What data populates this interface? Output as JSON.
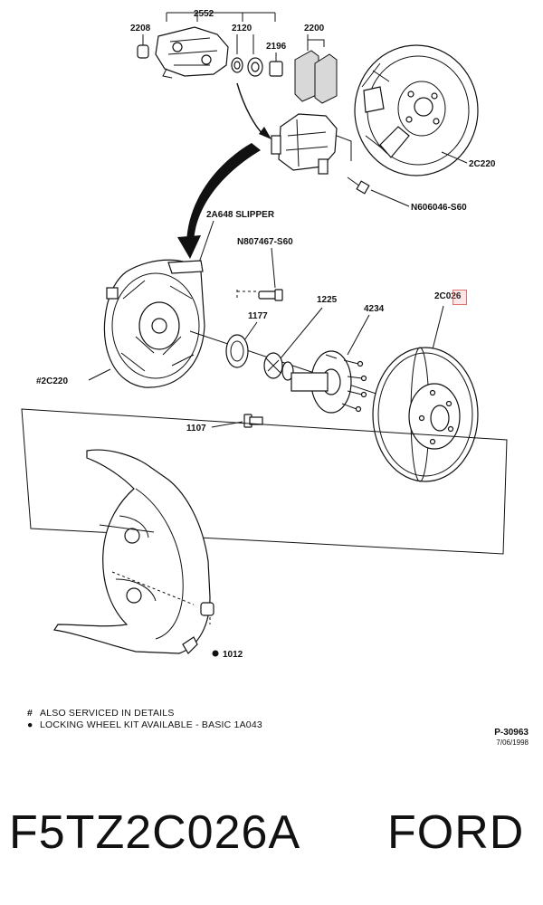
{
  "diagram": {
    "callouts": {
      "c2552": "2552",
      "c2208": "2208",
      "c2120": "2120",
      "c2196": "2196",
      "c2200": "2200",
      "c2c220_top": "2C220",
      "cN606046": "N606046-S60",
      "c2a648": "2A648  SLIPPER",
      "cN807467": "N807467-S60",
      "c1225": "1225",
      "c1177": "1177",
      "c4234": "4234",
      "c2c026": "2C026",
      "c2c220_left": "#2C220",
      "c1107": "1107",
      "c1012": "1012"
    },
    "highlight_color": "#e07070"
  },
  "notes": [
    {
      "symbol": "#",
      "text": "ALSO SERVICED IN DETAILS"
    },
    {
      "symbol": "●",
      "text": "LOCKING WHEEL KIT AVAILABLE - BASIC 1A043"
    }
  ],
  "drawing_number": "P-30963",
  "drawing_date": "7/06/1998",
  "footer": {
    "part_number": "F5TZ2C026A",
    "brand": "FORD"
  }
}
